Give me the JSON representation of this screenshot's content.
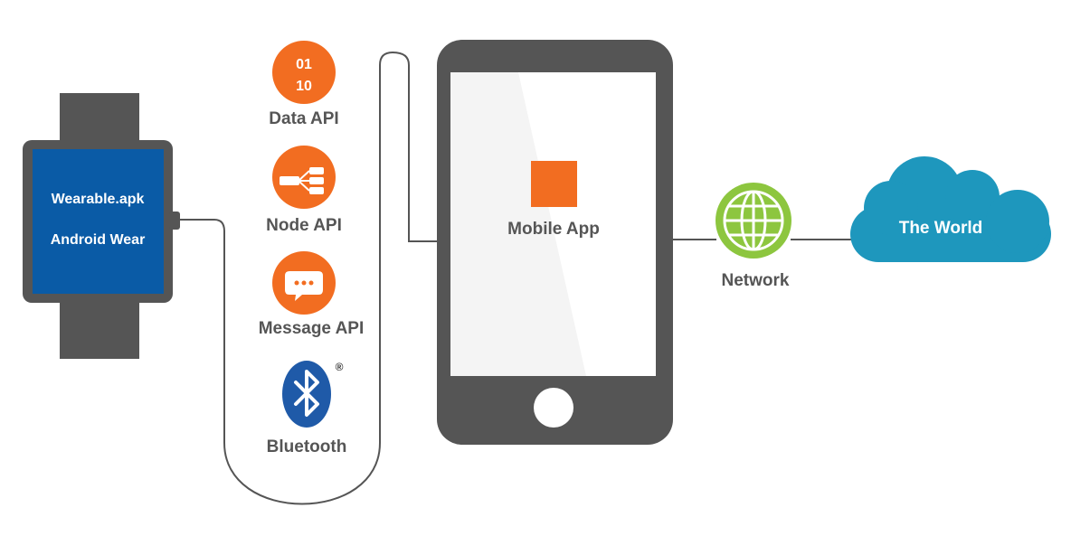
{
  "watch": {
    "line1": "Wearable.apk",
    "line2": "Android Wear"
  },
  "apis": {
    "data": {
      "icon_text_top": "01",
      "icon_text_bottom": "10",
      "label": "Data API"
    },
    "node": {
      "label": "Node API"
    },
    "message": {
      "label": "Message API"
    },
    "bluetooth": {
      "label": "Bluetooth",
      "registered_mark": "®"
    }
  },
  "phone": {
    "label": "Mobile App"
  },
  "network": {
    "label": "Network"
  },
  "cloud": {
    "label": "The World"
  },
  "colors": {
    "device_gray": "#555555",
    "watch_screen": "#0a5ba6",
    "accent_orange": "#f26d21",
    "bluetooth_blue": "#1f5aa8",
    "globe_green": "#8dc63f",
    "cloud_teal": "#1e97bd",
    "label_gray": "#555555",
    "line_gray": "#555555"
  }
}
